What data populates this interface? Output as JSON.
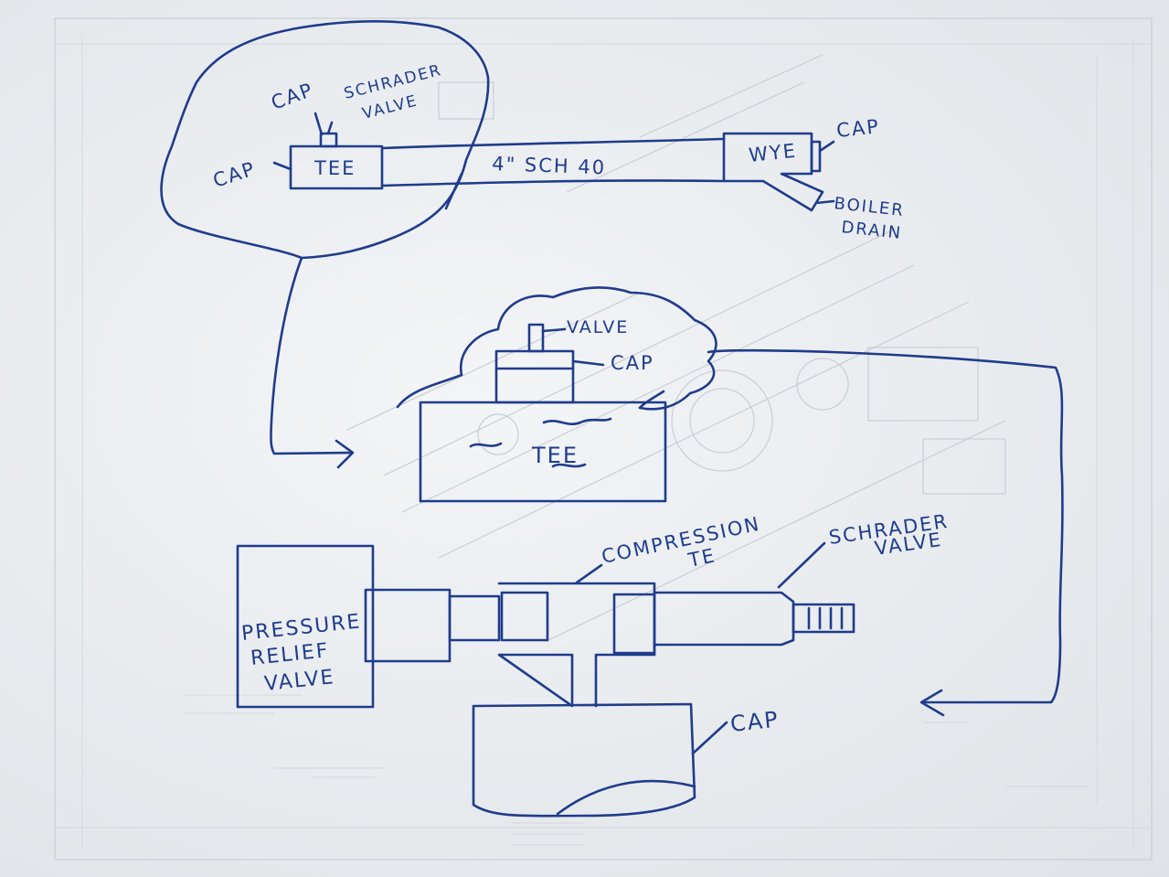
{
  "colors": {
    "ink": "#1f3c8c",
    "paper": "#eceef1",
    "background_print": "#c9ced4"
  },
  "top_assembly": {
    "cap_left": "CAP",
    "cap_top": "CAP",
    "schrader_valve_line1": "SCHRADER",
    "schrader_valve_line2": "VALVE",
    "tee": "TEE",
    "pipe": "4\" SCH 40",
    "wye": "WYE",
    "cap_right": "CAP",
    "boiler_drain_line1": "BOILER",
    "boiler_drain_line2": "DRAIN"
  },
  "detail_tee": {
    "valve": "VALVE",
    "cap": "CAP",
    "tee": "TEE"
  },
  "bottom_assembly": {
    "compression_tee_line1": "COMPRESSION",
    "compression_tee_line2": "TE",
    "schrader_valve_line1": "SCHRADER",
    "schrader_valve_line2": "VALVE",
    "pressure_relief_line1": "PRESSURE",
    "pressure_relief_line2": "RELIEF",
    "pressure_relief_line3": "VALVE",
    "cap": "CAP"
  }
}
